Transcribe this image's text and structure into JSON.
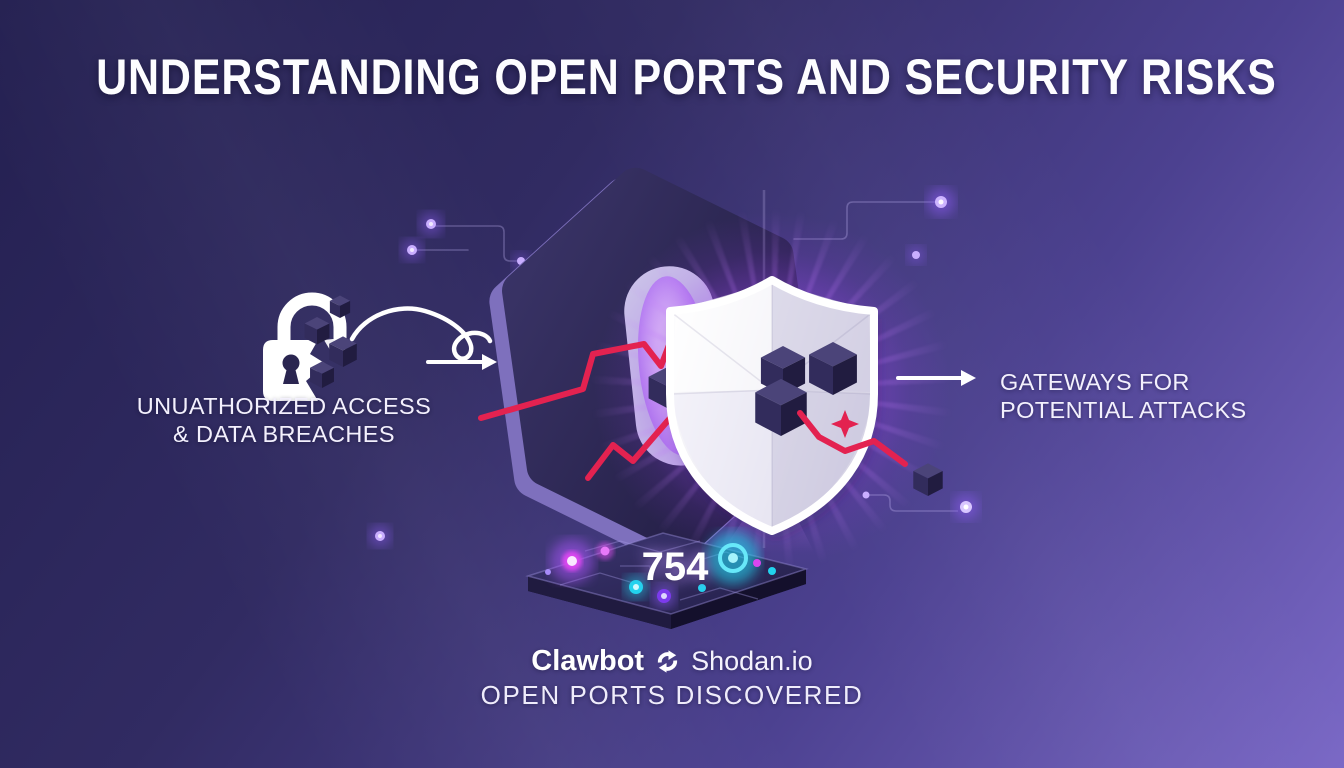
{
  "page": {
    "title": "UNDERSTANDING OPEN PORTS AND SECURITY RISKS"
  },
  "callouts": {
    "left": {
      "line1": "UNUATHORIZED ACCESS",
      "line2": "& DATA BREACHES",
      "icon": "broken-padlock-icon"
    },
    "right": {
      "line1": "GATEWAYS FOR",
      "line2": "POTENTIAL ATTACKS"
    }
  },
  "counter": {
    "value": "754",
    "label": "OPEN PORTS DISCOVERED"
  },
  "branding": {
    "product": "Clawbot",
    "service": "Shodan.io",
    "logo": "shodan-logo-icon"
  },
  "icons": {
    "left_icon": "broken-padlock-icon",
    "center_icon": "shield-icon",
    "connector_icons": [
      "swirl-arrow-icon",
      "arrow-right-icon"
    ],
    "data_icons": [
      "cube-icon"
    ]
  },
  "colors": {
    "background_top_left": "#242051",
    "background_bottom_right": "#7a68c6",
    "glow_purple": "#a24df2",
    "attack_line_red": "#e32250",
    "shield_white": "#f4f2f9",
    "cube_navy": "#2f2957",
    "platform_cyan": "#22d3ee",
    "platform_magenta": "#d946ef",
    "text_white": "#ffffff"
  }
}
